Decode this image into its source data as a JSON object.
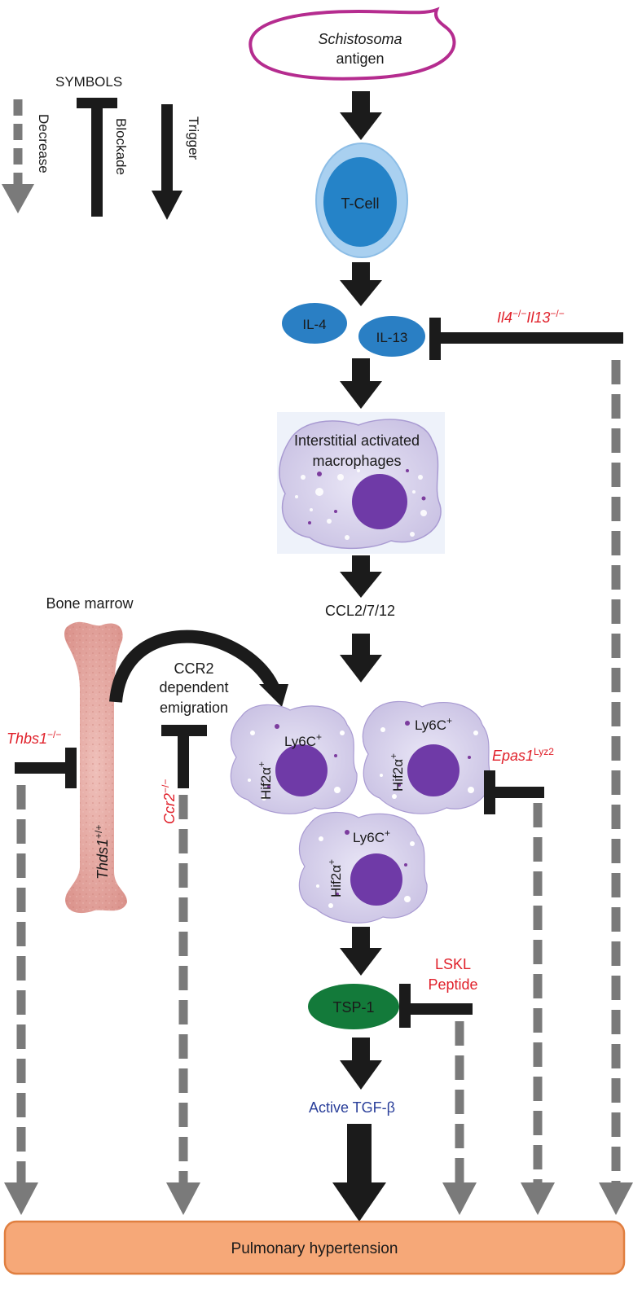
{
  "legend": {
    "heading": "SYMBOLS",
    "decrease": "Decrease",
    "blockade": "Blockade",
    "trigger": "Trigger"
  },
  "nodes": {
    "antigen_line1": "Schistosoma",
    "antigen_line2": "antigen",
    "tcell": "T-Cell",
    "il4": "IL-4",
    "il13": "IL-13",
    "macrophage_line1": "Interstitial activated",
    "macrophage_line2": "macrophages",
    "ccl": "CCL2/7/12",
    "bone_marrow": "Bone marrow",
    "ccr2_line1": "CCR2",
    "ccr2_line2": "dependent",
    "ccr2_line3": "emigration",
    "ly6c": "Ly6C",
    "ly6c_sup": "+",
    "hif": "Hif2α",
    "hif_sup": "+",
    "thbs_bone": "Thds1",
    "thbs_bone_sup": "+/+",
    "tsp1": "TSP-1",
    "tgf": "Active TGF-β",
    "outcome": "Pulmonary hypertension"
  },
  "blockers": {
    "il4_il13": "Il4",
    "il4_il13_sup1": "−/−",
    "il13_name": "Il13",
    "il4_il13_sup2": "−/−",
    "thbs1": "Thbs1",
    "thbs1_sup": "−/−",
    "ccr2": "Ccr2",
    "ccr2_sup": "−/−",
    "epas1": "Epas1",
    "epas1_sup": "Lyz2",
    "lskl_line1": "LSKL",
    "lskl_line2": "Peptide"
  },
  "colors": {
    "arrow": "#1b1b1b",
    "dashed": "#7a7a7a",
    "antigen_outline": "#b52c8f",
    "tcell_outer": "#a9d0f0",
    "tcell_inner": "#2583c8",
    "interleukin": "#2a7fc4",
    "macrophage": "#d6d1eb",
    "nucleus": "#6f3aa7",
    "tsp1": "#137a3a",
    "tgf_text": "#2a3f9a",
    "blocker_text": "#e0202a",
    "outcome_fill": "#f6a878",
    "outcome_border": "#e07f40",
    "bone": "#e6a9a2"
  }
}
